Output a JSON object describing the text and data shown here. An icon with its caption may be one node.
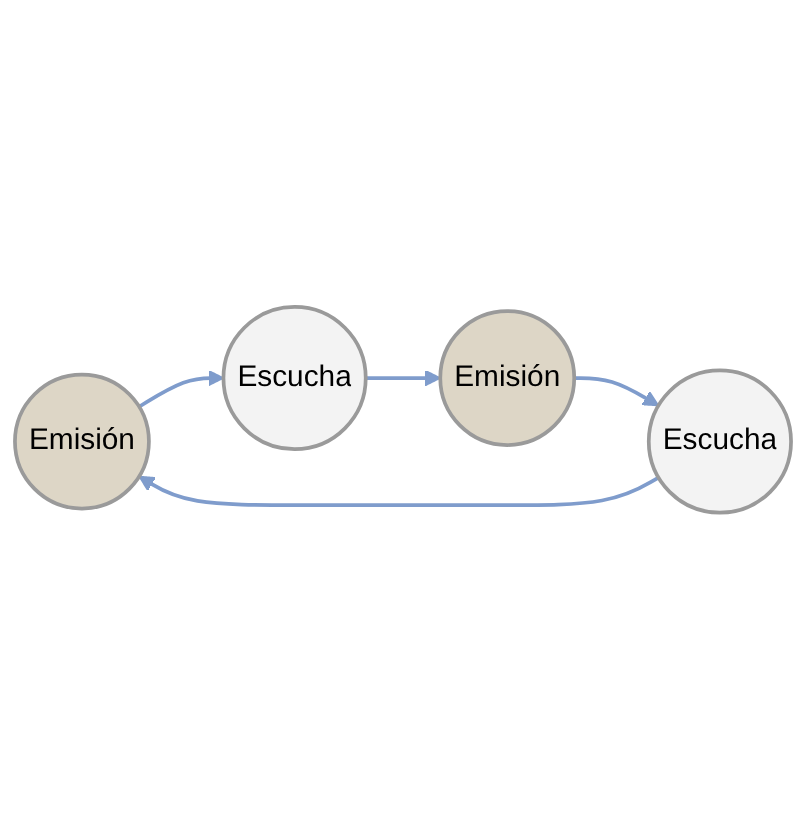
{
  "diagram": {
    "nodes": [
      {
        "text": [
          "Emisión"
        ]
      },
      {
        "text": [
          "Escucha"
        ]
      },
      {
        "text": [
          "Emisión"
        ]
      },
      {
        "text": [
          "Escucha"
        ]
      }
    ],
    "edges": [
      {
        "from": 0,
        "to": 1,
        "arrow": "to"
      },
      {
        "from": 1,
        "to": 2,
        "arrow": "to"
      },
      {
        "from": 2,
        "to": 3,
        "arrow": "to"
      },
      {
        "from": 3,
        "to": 0,
        "arrow": "to"
      }
    ]
  }
}
